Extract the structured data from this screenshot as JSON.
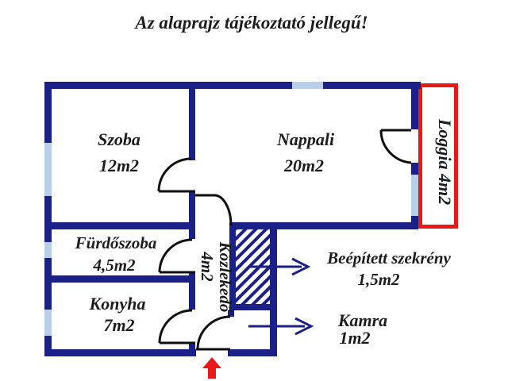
{
  "title": "Az alaprajz tájékoztató jellegű!",
  "rooms": {
    "szoba": {
      "name": "Szoba",
      "area": "12m2"
    },
    "nappali": {
      "name": "Nappali",
      "area": "20m2"
    },
    "loggia": {
      "label": "Loggia  4m2"
    },
    "furdoszoba": {
      "name": "Fürdőszoba",
      "area": "4,5m2"
    },
    "kozlekedo": {
      "name": "Közlekedő",
      "area": "4m2"
    },
    "konyha": {
      "name": "Konyha",
      "area": "7m2"
    },
    "szekreny": {
      "name": "Beépített szekrény",
      "area": "1,5m2"
    },
    "kamra": {
      "name": "Kamra",
      "area": "1m2"
    }
  },
  "colors": {
    "wall": "#1b2086",
    "window": "#b9cfe9",
    "loggia_border": "#e81919",
    "door": "#0f0f0f",
    "entrance_arrow": "#e81919",
    "text": "#1c1c1c"
  }
}
